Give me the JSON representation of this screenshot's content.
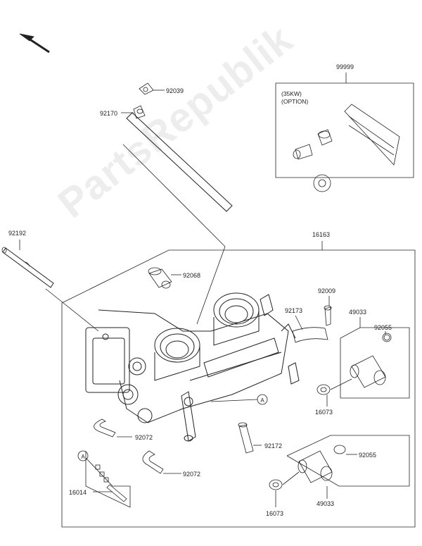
{
  "watermark": "PartsRepublik",
  "option_box": {
    "label_line1": "(35KW)",
    "label_line2": "(OPTION)"
  },
  "circle_marker": "A",
  "parts": {
    "p99999": "99999",
    "p92039": "92039",
    "p92170": "92170",
    "p92192": "92192",
    "p16163": "16163",
    "p92068": "92068",
    "p92009": "92009",
    "p92173": "92173",
    "p49033_top": "49033",
    "p92055_top": "92055",
    "p16073_top": "16073",
    "p92072_a": "92072",
    "p92172": "92172",
    "p92072_b": "92072",
    "p92055_bottom": "92055",
    "p16014": "16014",
    "p16073_bottom": "16073",
    "p49033_bottom": "49033"
  },
  "colors": {
    "line": "#222222",
    "watermark": "#d8d8d8"
  }
}
